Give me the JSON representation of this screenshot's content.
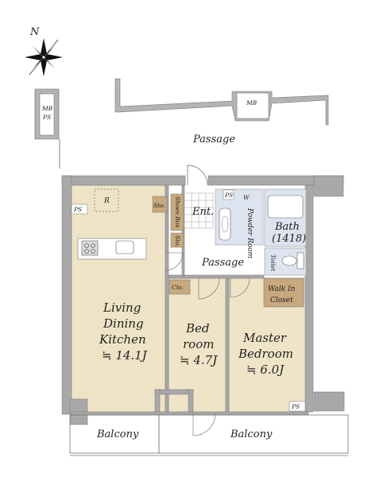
{
  "compass": {
    "north_label": "N"
  },
  "labels": {
    "mb_ps_top": "MB",
    "mb_ps_bottom": "PS",
    "mb": "MB",
    "passage_top": "Passage",
    "ps_left": "PS",
    "refrigerator": "R",
    "storage_1": "Sto.",
    "shoes_box": "Shoes Box",
    "storage_2": "Sto.",
    "entrance": "Ent.",
    "ps_ent": "PS",
    "washer": "W",
    "powder_room": "Powder Room",
    "bath": "Bath",
    "bath_size": "(1418)",
    "passage_inner": "Passage",
    "toilet": "Toilet",
    "closet": "Clo.",
    "walk_in_1": "Walk In",
    "walk_in_2": "Closet",
    "ldk_1": "Living",
    "ldk_2": "Dining",
    "ldk_3": "Kitchen",
    "ldk_size": "≒ 14.1J",
    "bed_1": "Bed",
    "bed_2": "room",
    "bed_size": "≒ 4.7J",
    "master_1": "Master",
    "master_2": "Bedroom",
    "master_size": "≒ 6.0J",
    "ps_bottom": "PS",
    "balcony_left": "Balcony",
    "balcony_right": "Balcony"
  },
  "colors": {
    "ldk_floor": "#efe3c6",
    "bedroom_floor": "#f0e4c8",
    "wet_area": "#dde3ef",
    "storage": "#c8a97e",
    "wall": "#a8a8a8",
    "fixture": "#cfcfcf"
  }
}
